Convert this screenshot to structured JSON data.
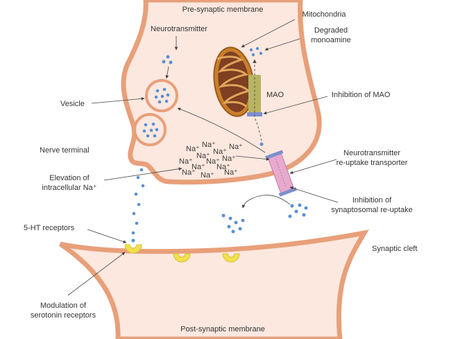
{
  "colors": {
    "membrane_outline": "#e8a07a",
    "membrane_fill": "#fce8df",
    "vesicle_dot": "#5b8fd3",
    "mao": "#b8b465",
    "receptor": "#f2e04e",
    "transporter": "#e8a9cf",
    "transporter_cap": "#7d8fcc",
    "mito_outer": "#c9802a",
    "mito_inner": "#7e3f22"
  },
  "labels": {
    "pre_membrane": "Pre-synaptic membrane",
    "post_membrane": "Post-synaptic membrane",
    "neurotransmitter": "Neurotransmitter",
    "mitochondria": "Mitochondria",
    "degraded_1": "Degraded",
    "degraded_2": "monoamine",
    "vesicle": "Vesicle",
    "mao": "MAO",
    "inhibition_mao": "Inhibition of MAO",
    "nerve_terminal": "Nerve terminal",
    "reuptake_1": "Neurotransmitter",
    "reuptake_2": "re-uptake transporter",
    "elevation_1": "Elevation of",
    "elevation_2": "intracellular Na⁺",
    "inhibition_syn_1": "Inhibition of",
    "inhibition_syn_2": "synaptosomal re-uptake",
    "receptors": "5-HT receptors",
    "cleft": "Synaptic cleft",
    "modulation_1": "Modulation of",
    "modulation_2": "serotonin receptors"
  },
  "sodium_ions": [
    "Na⁺",
    "Na⁺",
    "Na⁺",
    "Na⁺",
    "Na⁺",
    "Na⁺",
    "Na⁺",
    "Na⁺",
    "Na⁺",
    "Na⁺",
    "Na⁺",
    "Na⁺",
    "Na⁺"
  ]
}
